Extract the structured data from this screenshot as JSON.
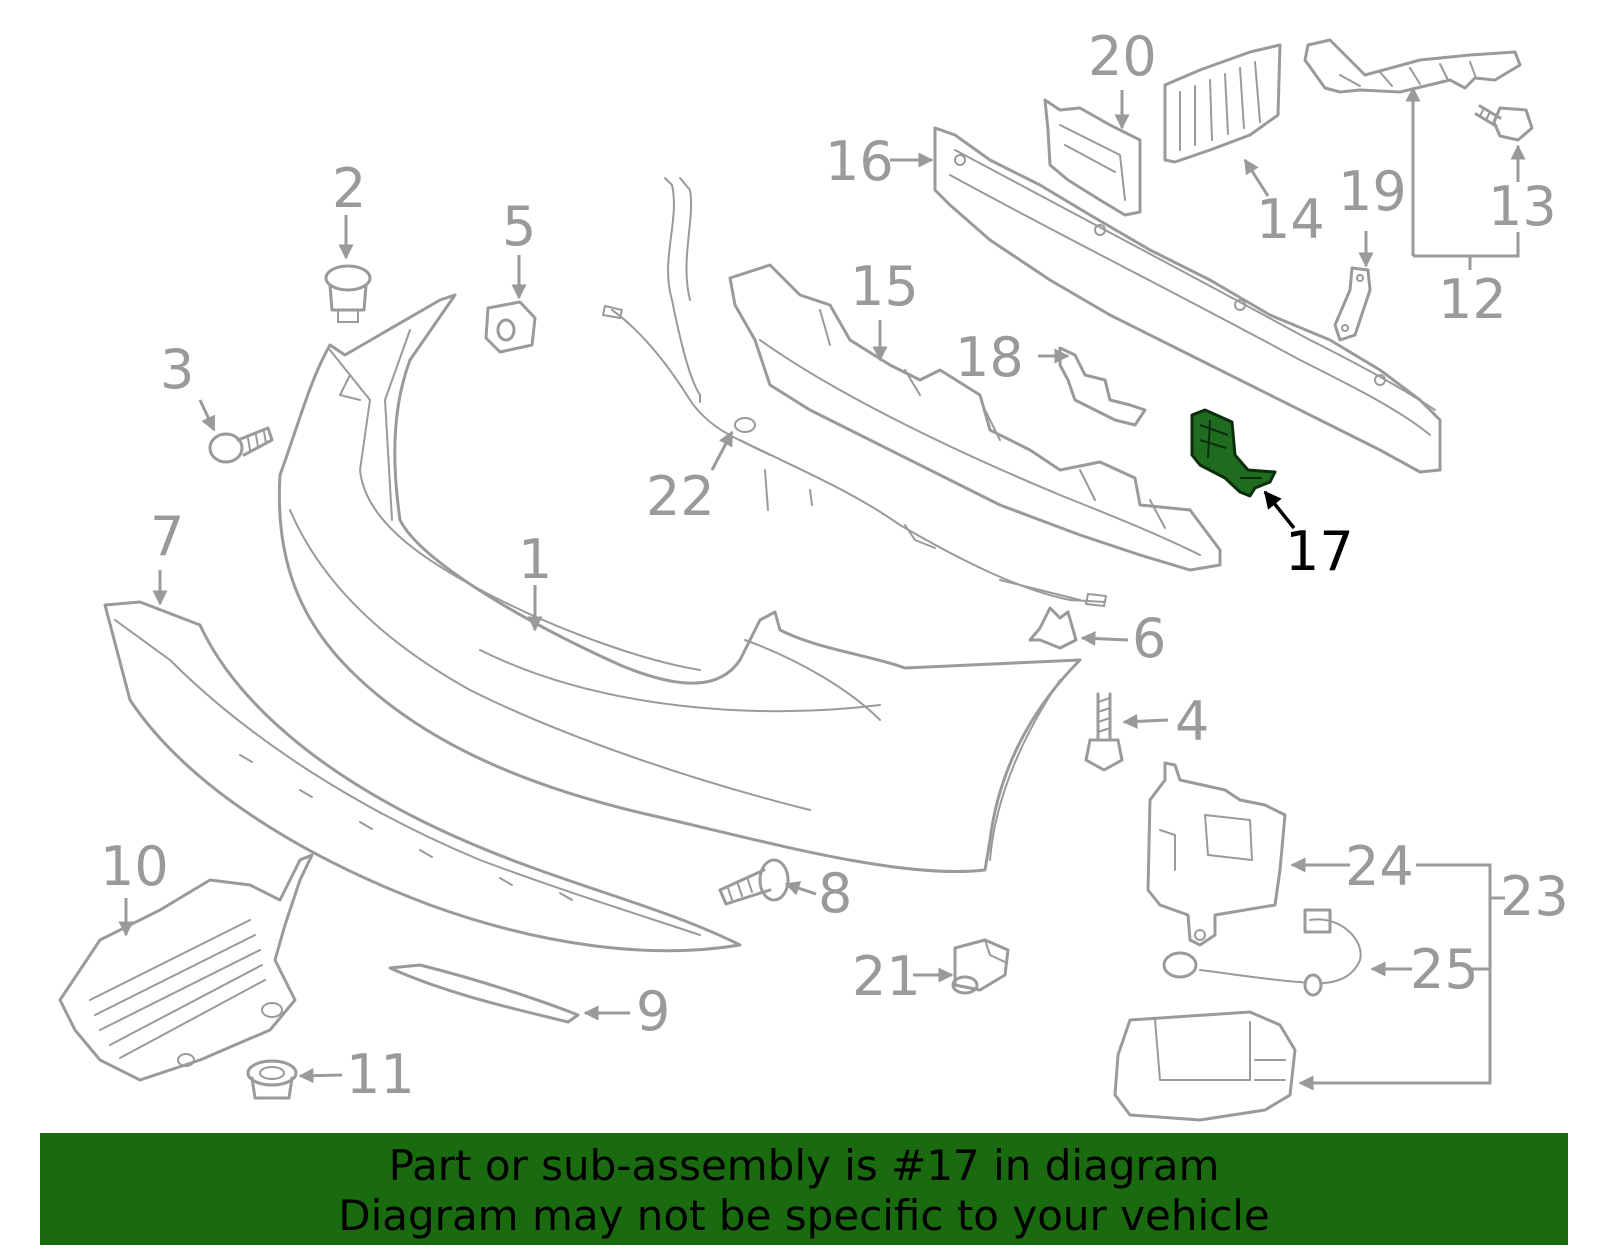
{
  "callouts": {
    "c1": "1",
    "c2": "2",
    "c3": "3",
    "c4": "4",
    "c5": "5",
    "c6": "6",
    "c7": "7",
    "c8": "8",
    "c9": "9",
    "c10": "10",
    "c11": "11",
    "c12": "12",
    "c13": "13",
    "c14": "14",
    "c15": "15",
    "c16": "16",
    "c17": "17",
    "c18": "18",
    "c19": "19",
    "c20": "20",
    "c21": "21",
    "c22": "22",
    "c23": "23",
    "c24": "24",
    "c25": "25"
  },
  "highlight_color": "#1f6b1f",
  "banner": {
    "color": "#1a6b0f",
    "line1": "Part or sub-assembly is #17 in diagram",
    "line2": "Diagram may not be specific to your vehicle"
  }
}
